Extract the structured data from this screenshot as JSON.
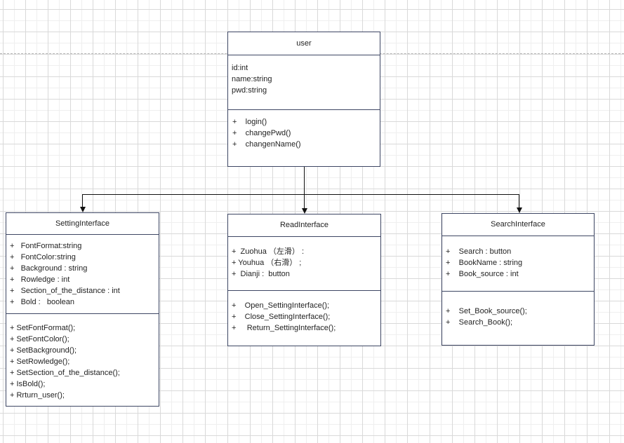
{
  "page": {
    "background": "#ffffff",
    "grid_minor_color": "#efefef",
    "grid_major_color": "#d9d9d9",
    "page_break_color": "#b5b5b5",
    "shape_border_color": "#3d4663",
    "shape_fill": "#ffffff",
    "connector_color": "#111111",
    "text_color": "#1f1f1f"
  },
  "classes": [
    {
      "name": "user",
      "title": "user",
      "attributes": [
        "id:int",
        "name:string",
        "pwd:string"
      ],
      "methods": [
        "+    login()",
        "+    changePwd()",
        "+    changenName()"
      ]
    },
    {
      "name": "SettingInterface",
      "title": "SettingInterface",
      "attributes": [
        "+   FontFormat:string",
        "+   FontColor:string",
        "+   Background : string",
        "+   Rowledge : int",
        "+   Section_of_the_distance : int",
        "+   Bold :   boolean"
      ],
      "methods": [
        "+ SetFontFormat();",
        "+ SetFontColor();",
        "+ SetBackground();",
        "+ SetRowledge();",
        "+ SetSection_of_the_distance();",
        "+ IsBold();",
        "+ Rrturn_user();"
      ]
    },
    {
      "name": "ReadInterface",
      "title": "ReadInterface",
      "attributes": [
        "+  Zuohua （左滑） :",
        "+ Youhua （右滑） ;",
        "+  Dianji :  button"
      ],
      "methods": [
        "+    Open_SettingInterface();",
        "+    Close_SettingInterface();",
        "+     Return_SettingInterface();"
      ]
    },
    {
      "name": "SearchInterface",
      "title": "SearchInterface",
      "attributes": [
        "+    Search : button",
        "+    BookName : string",
        "+    Book_source : int"
      ],
      "methods": [
        "+    Set_Book_source();",
        "+    Search_Book();"
      ]
    }
  ],
  "connector": {
    "from": "user",
    "to": [
      "SettingInterface",
      "ReadInterface",
      "SearchInterface"
    ],
    "arrow_style": "filled-triangle-down"
  }
}
